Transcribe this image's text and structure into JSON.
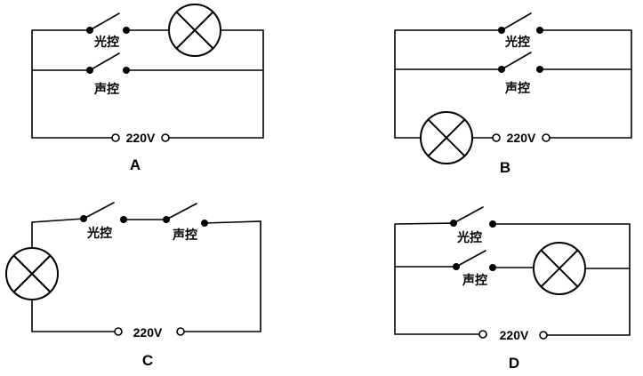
{
  "labels": {
    "light_switch": "光控",
    "sound_switch": "声控",
    "voltage": "220V"
  },
  "options": {
    "a": "A",
    "b": "B",
    "c": "C",
    "d": "D"
  }
}
